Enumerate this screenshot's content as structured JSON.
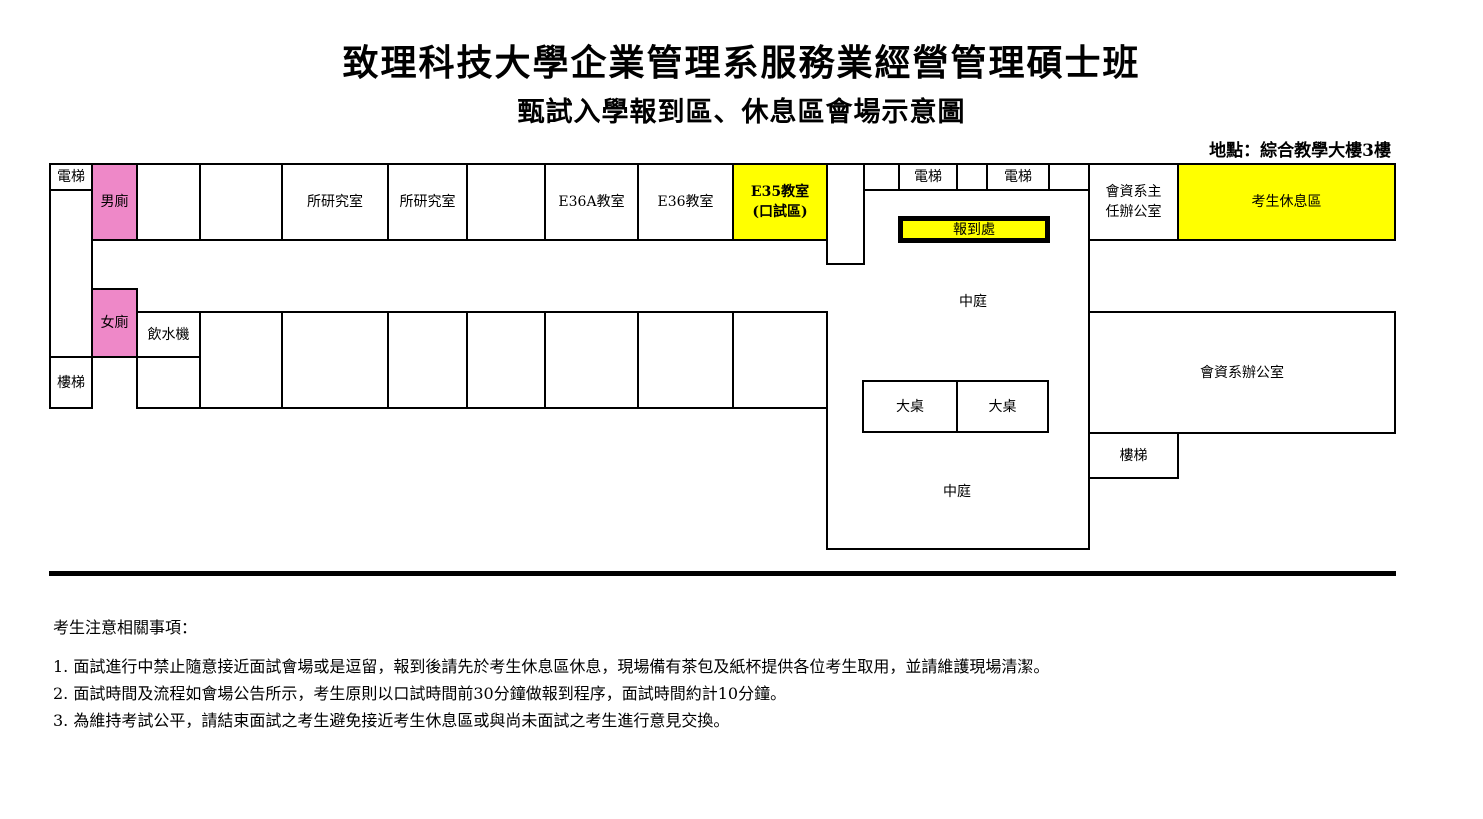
{
  "title": "致理科技大學企業管理系服務業經營管理碩士班",
  "subtitle": "甄試入學報到區、休息區會場示意圖",
  "location": "地點：綜合教學大樓3樓",
  "rooms": {
    "elevator_left": "電梯",
    "mens_restroom": "男廁",
    "research_room_1": "所研究室",
    "research_room_2": "所研究室",
    "e36a": "E36A教室",
    "e36": "E36教室",
    "e35_line1": "E35教室",
    "e35_line2": "(口試區)",
    "elevator_mid_1": "電梯",
    "elevator_mid_2": "電梯",
    "checkin": "報到處",
    "dept_director_line1": "會資系主",
    "dept_director_line2": "任辦公室",
    "rest_area": "考生休息區",
    "womens_restroom": "女廁",
    "water_fountain": "飲水機",
    "stairs_left": "樓梯",
    "courtyard_top": "中庭",
    "table_1": "大桌",
    "table_2": "大桌",
    "dept_office": "會資系辦公室",
    "stairs_right": "樓梯",
    "courtyard_bottom": "中庭"
  },
  "notes": {
    "title": "考生注意相關事項：",
    "items": [
      "1. 面試進行中禁止隨意接近面試會場或是逗留，報到後請先於考生休息區休息，現場備有茶包及紙杯提供各位考生取用，並請維護現場清潔。",
      "2. 面試時間及流程如會場公告所示，考生原則以口試時間前30分鐘做報到程序，面試時間約計10分鐘。",
      "3. 為維持考試公平，請結束面試之考生避免接近考生休息區或與尚未面試之考生進行意見交換。"
    ]
  },
  "colors": {
    "restroom": "#ee88c8",
    "highlight": "#ffff00"
  }
}
